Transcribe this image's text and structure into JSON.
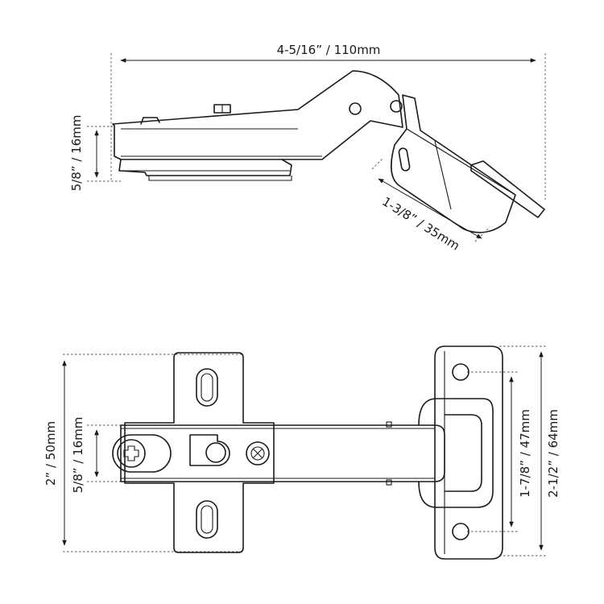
{
  "side_view": {
    "overall_length": "4-5/16” / 110mm",
    "base_height": "5/8” / 16mm",
    "cup_diameter": "1-3/8” / 35mm"
  },
  "top_view": {
    "plate_height": "2” / 50mm",
    "arm_width": "5/8” / 16mm",
    "screw_spacing": "1-7/8” / 47mm",
    "wing_height": "2-1/2” / 64mm"
  },
  "colors": {
    "line": "#1a1a1a",
    "background": "#ffffff"
  }
}
